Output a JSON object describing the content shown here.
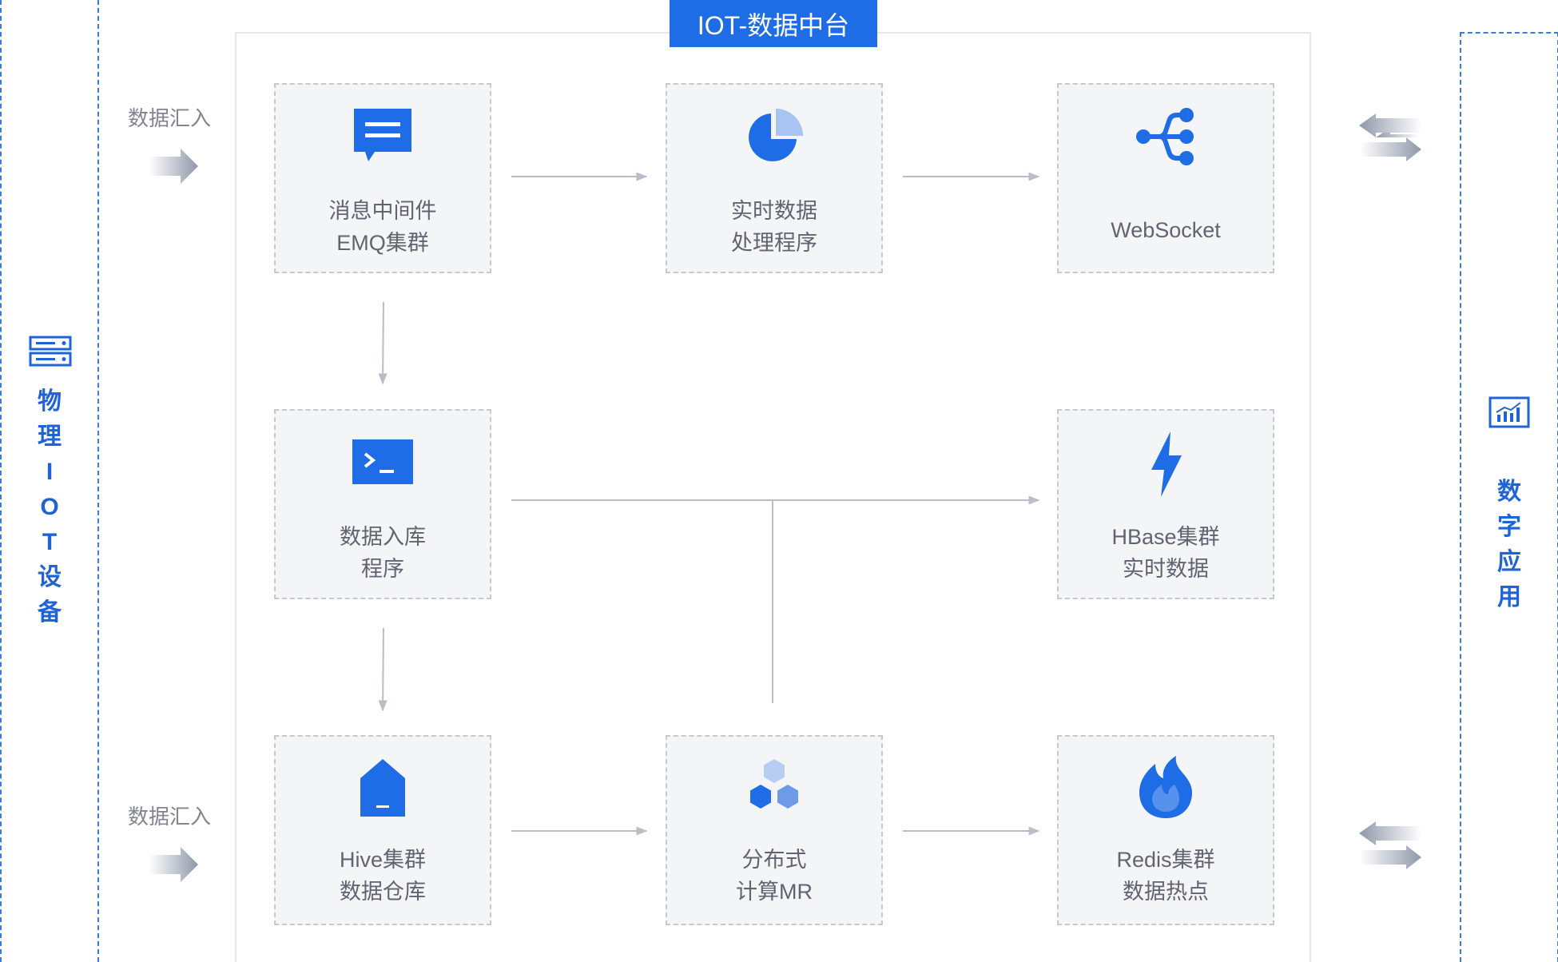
{
  "title": "IOT-数据中台",
  "left_panel": {
    "chars": [
      "物",
      "理",
      "I",
      "O",
      "T",
      "设",
      "备"
    ],
    "icon": "server-rack-icon"
  },
  "right_panel": {
    "chars": [
      "数",
      "字",
      "应",
      "用"
    ],
    "icon": "bar-chart-icon"
  },
  "inflow": {
    "top": "数据汇入",
    "bottom": "数据汇入"
  },
  "nodes": {
    "emq": {
      "line1": "消息中间件",
      "line2": "EMQ集群",
      "icon": "message-icon"
    },
    "realtime": {
      "line1": "实时数据",
      "line2": "处理程序",
      "icon": "pie-chart-icon"
    },
    "websocket": {
      "line1": "WebSocket",
      "icon": "share-nodes-icon"
    },
    "ingest": {
      "line1": "数据入库",
      "line2": "程序",
      "icon": "terminal-icon"
    },
    "hbase": {
      "line1": "HBase集群",
      "line2": "实时数据",
      "icon": "lightning-icon"
    },
    "hive": {
      "line1": "Hive集群",
      "line2": "数据仓库",
      "icon": "warehouse-icon"
    },
    "mr": {
      "line1": "分布式",
      "line2": "计算MR",
      "icon": "hexagons-icon"
    },
    "redis": {
      "line1": "Redis集群",
      "line2": "数据热点",
      "icon": "flame-icon"
    }
  },
  "colors": {
    "accent": "#1e6ce6",
    "panel_border": "#3d7bd9",
    "node_bg": "#f4f5f7",
    "arrow": "#b8bdc7"
  }
}
